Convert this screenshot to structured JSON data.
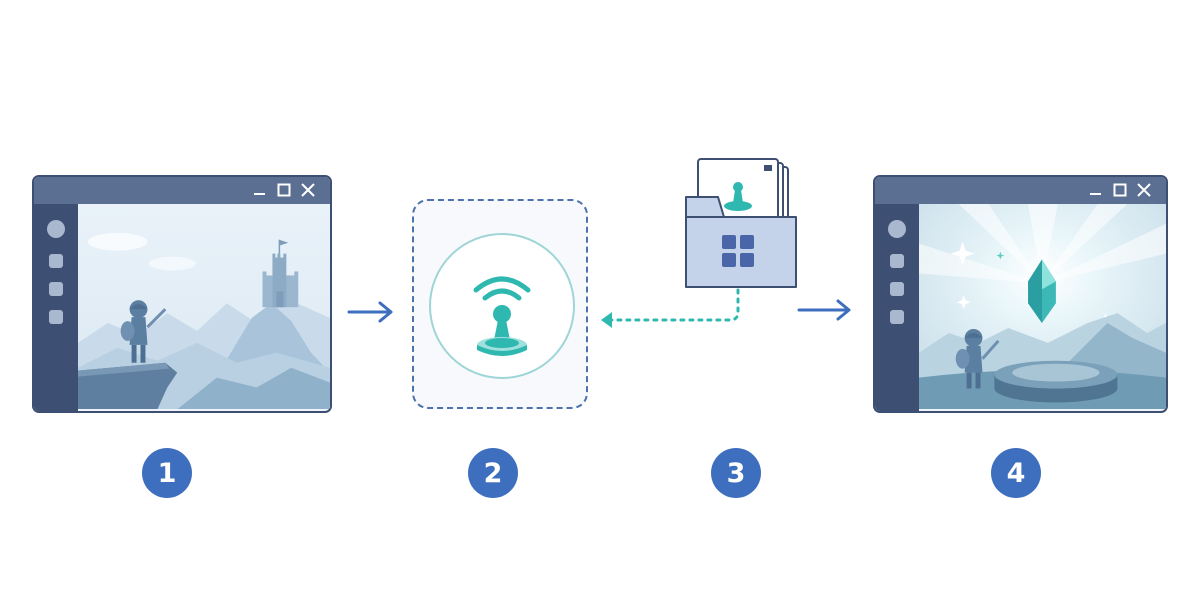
{
  "steps": [
    {
      "number": "1"
    },
    {
      "number": "2"
    },
    {
      "number": "3"
    },
    {
      "number": "4"
    }
  ],
  "colors": {
    "window_frame": "#3d4f72",
    "window_titlebar": "#5b6f92",
    "accent_blue": "#3e6fbf",
    "accent_teal": "#2fb8b0",
    "dashed_border": "#4d72ad"
  },
  "icons": [
    "minimize-icon",
    "maximize-icon",
    "close-icon",
    "arrow-right-icon",
    "dotted-arrow-left-icon",
    "wireless-signal-icon",
    "game-piece-icon",
    "folder-icon",
    "grid-icon",
    "crystal-icon",
    "castle-icon",
    "knight-icon"
  ]
}
